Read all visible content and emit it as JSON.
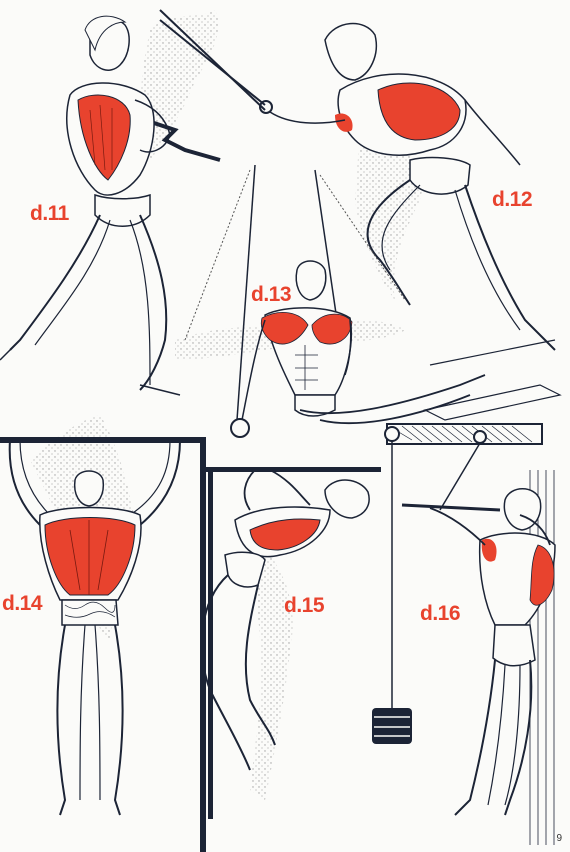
{
  "exercises": [
    {
      "id": "d11",
      "label": "d.11"
    },
    {
      "id": "d12",
      "label": "d.12"
    },
    {
      "id": "d13",
      "label": "d.13"
    },
    {
      "id": "d14",
      "label": "d.14"
    },
    {
      "id": "d15",
      "label": "d.15"
    },
    {
      "id": "d16",
      "label": "d.16"
    }
  ],
  "page_number": "9",
  "colors": {
    "muscle_highlight": "#e8432e",
    "ink": "#1c2436",
    "stipple": "#9a9a9a",
    "paper": "#fbfbf9"
  },
  "icons": {
    "figure": "muscle-figure-illustration",
    "pulley": "cable-pulley-icon",
    "bar": "pull-up-bar-icon",
    "weight": "weight-plate-icon"
  }
}
